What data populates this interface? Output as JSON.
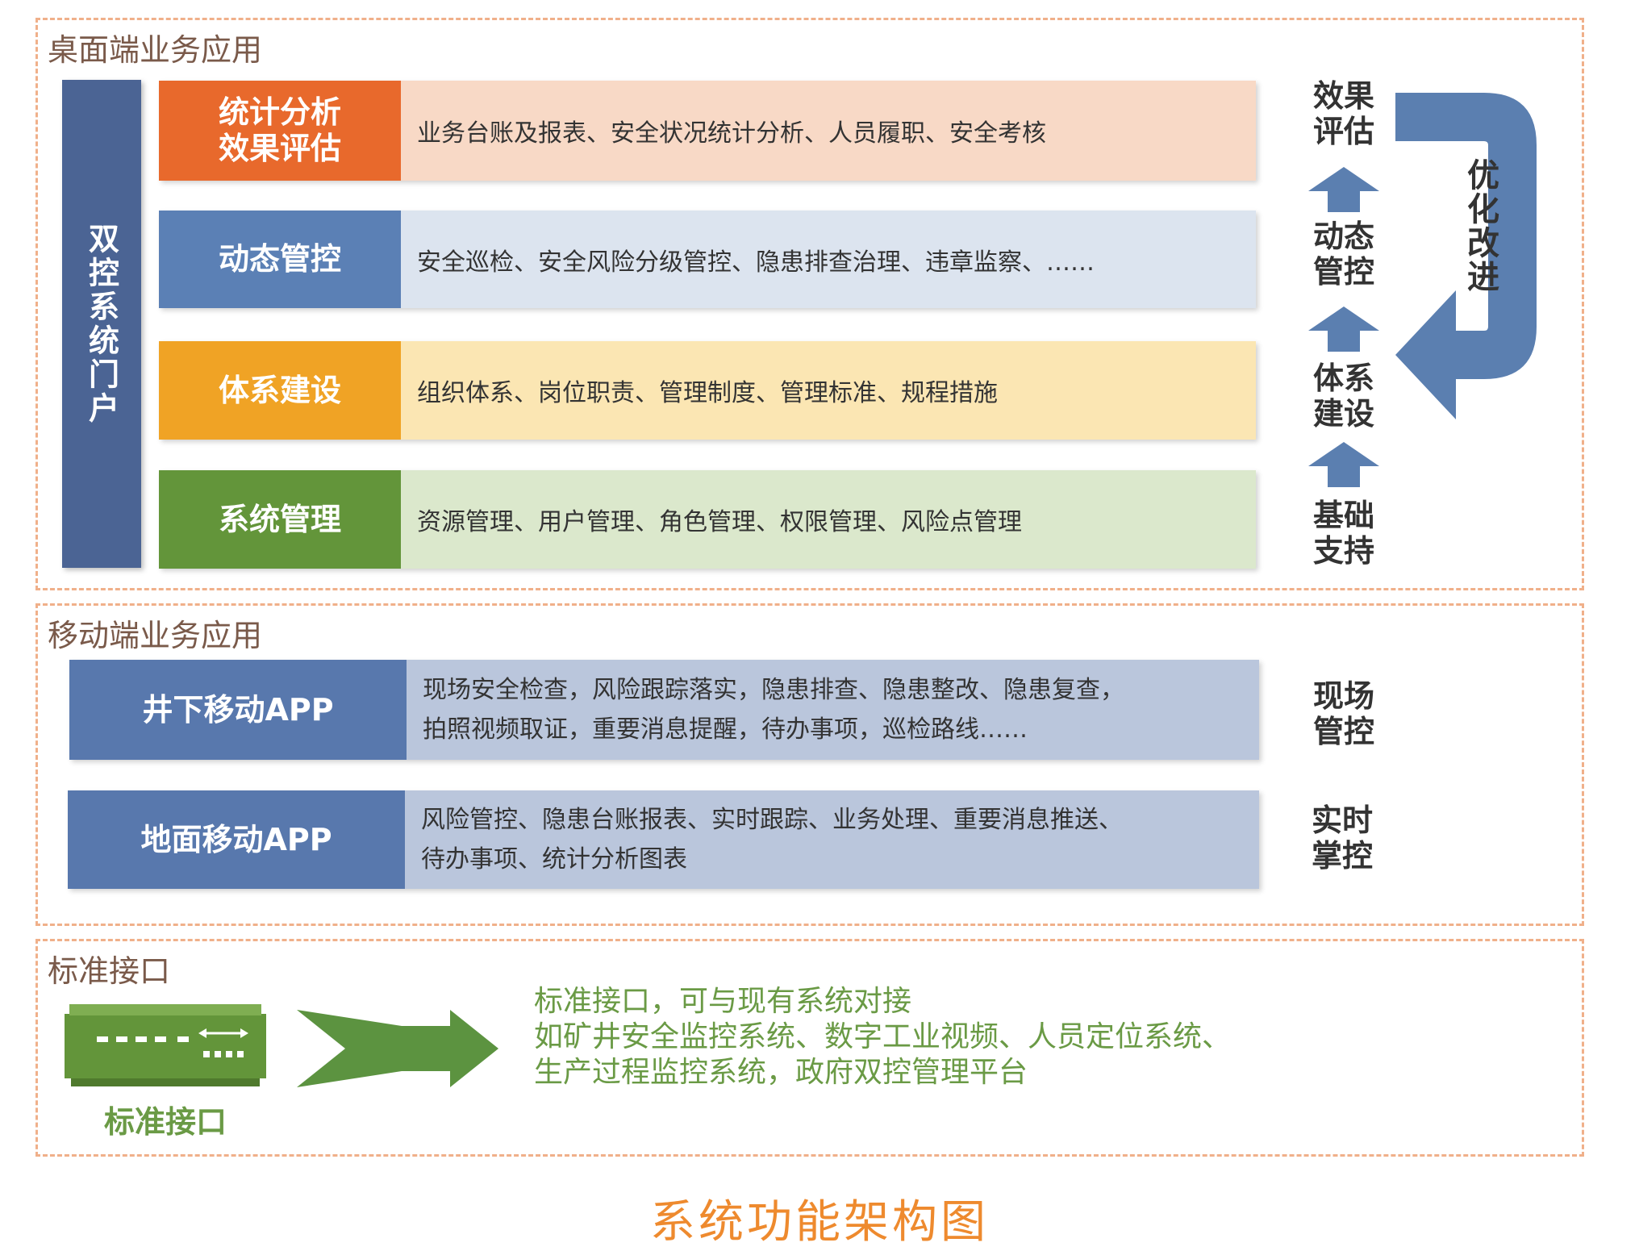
{
  "desktop": {
    "title": "桌面端业务应用",
    "portal": "双控系统门户",
    "rows": [
      {
        "label": "统计分析\n效果评估",
        "desc": "业务台账及报表、安全状况统计分析、人员履职、安全考核",
        "label_color": "#e8692c",
        "desc_color": "#f8d9c6"
      },
      {
        "label": "动态管控",
        "desc": "安全巡检、安全风险分级管控、隐患排查治理、违章监察、……",
        "label_color": "#5b80b5",
        "desc_color": "#dce4ef"
      },
      {
        "label": "体系建设",
        "desc": "组织体系、岗位职责、管理制度、管理标准、规程措施",
        "label_color": "#f0a325",
        "desc_color": "#fbe6b3"
      },
      {
        "label": "系统管理",
        "desc": "资源管理、用户管理、角色管理、权限管理、风险点管理",
        "label_color": "#63953a",
        "desc_color": "#dbe8cc"
      }
    ],
    "side_labels": [
      "效果\n评估",
      "动态\n管控",
      "体系\n建设",
      "基础\n支持"
    ],
    "loop_label": "优化改进"
  },
  "mobile": {
    "title": "移动端业务应用",
    "rows": [
      {
        "label": "井下移动APP",
        "desc_lines": [
          "现场安全检查，风险跟踪落实，隐患排查、隐患整改、隐患复查，",
          "拍照视频取证，重要消息提醒，待办事项，巡检路线……"
        ],
        "side": "现场\n管控"
      },
      {
        "label": "地面移动APP",
        "desc_lines": [
          "风险管控、隐患台账报表、实时跟踪、业务处理、重要消息推送、",
          "待办事项、统计分析图表"
        ],
        "side": "实时\n掌控"
      }
    ],
    "label_color": "#5878ad",
    "desc_color": "#bac6dc"
  },
  "api": {
    "title": "标准接口",
    "device_label": "标准接口",
    "lines": [
      "标准接口，可与现有系统对接",
      "如矿井安全监控系统、数字工业视频、人员定位系统、",
      "生产过程监控系统，政府双控管理平台"
    ],
    "color": "#6a9a45"
  },
  "caption": "系统功能架构图"
}
